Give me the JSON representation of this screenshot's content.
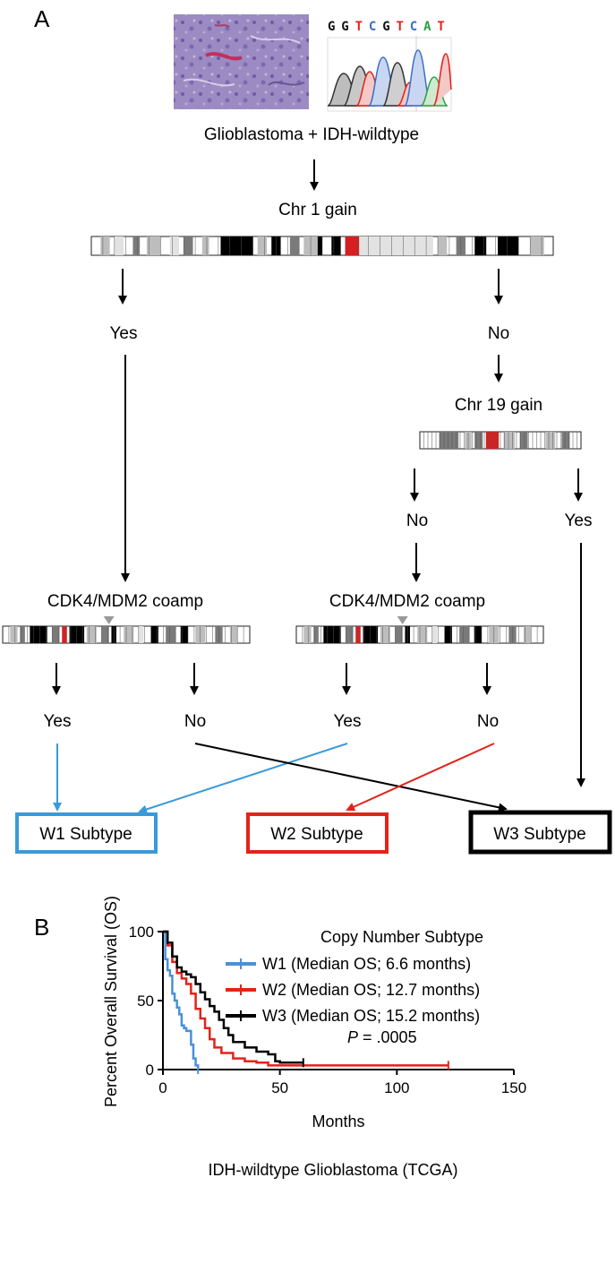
{
  "panel_a": {
    "letter": "A",
    "sequence": [
      {
        "base": "G",
        "color": "#111111"
      },
      {
        "base": "G",
        "color": "#111111"
      },
      {
        "base": "T",
        "color": "#e2231a"
      },
      {
        "base": "C",
        "color": "#3b6fc9"
      },
      {
        "base": "G",
        "color": "#111111"
      },
      {
        "base": "T",
        "color": "#e2231a"
      },
      {
        "base": "C",
        "color": "#3b6fc9"
      },
      {
        "base": "A",
        "color": "#2f9e44"
      },
      {
        "base": "T",
        "color": "#e2231a"
      }
    ],
    "start_label": "Glioblastoma + IDH-wildtype",
    "chr1_label": "Chr 1 gain",
    "chr1_yes": "Yes",
    "chr1_no": "No",
    "chr19_label": "Chr 19 gain",
    "chr19_no": "No",
    "chr19_yes": "Yes",
    "cdk_left_label": "CDK4/MDM2 coamp",
    "cdk_right_label": "CDK4/MDM2 coamp",
    "cdk_left_yes": "Yes",
    "cdk_left_no": "No",
    "cdk_right_yes": "Yes",
    "cdk_right_no": "No",
    "w1_label": "W1 Subtype",
    "w2_label": "W2 Subtype",
    "w3_label": "W3 Subtype",
    "colors": {
      "w1": "#3a9ad9",
      "w2": "#e2231a",
      "w3": "#000000",
      "band_red": "#d62020"
    }
  },
  "panel_b": {
    "letter": "B",
    "chart_data": {
      "type": "line",
      "title": "IDH-wildtype Glioblastoma (TCGA)",
      "xlabel": "Months",
      "ylabel": "Percent Overall Survival (OS)",
      "xlim": [
        0,
        150
      ],
      "ylim": [
        0,
        100
      ],
      "xticks": [
        0,
        50,
        100,
        150
      ],
      "yticks": [
        0,
        50,
        100
      ],
      "legend_title": "Copy Number Subtype",
      "legend_position": "top-right",
      "annotation": {
        "italic": "P",
        "text": " = .0005"
      },
      "series": [
        {
          "name": "W1 (Median OS; 6.6 months)",
          "color": "#4a90d9",
          "x": [
            0,
            1,
            2,
            3,
            4,
            5,
            6,
            7,
            8,
            9,
            10,
            12,
            13,
            14,
            15
          ],
          "y": [
            100,
            80,
            72,
            68,
            55,
            50,
            45,
            40,
            32,
            30,
            28,
            18,
            8,
            3,
            0
          ]
        },
        {
          "name": "W2 (Median OS; 12.7 months)",
          "color": "#e2231a",
          "x": [
            0,
            2,
            4,
            6,
            8,
            10,
            12,
            14,
            16,
            18,
            20,
            22,
            25,
            30,
            35,
            40,
            45,
            122
          ],
          "y": [
            100,
            90,
            78,
            70,
            66,
            62,
            55,
            44,
            37,
            30,
            22,
            16,
            12,
            8,
            6,
            5,
            3,
            3
          ]
        },
        {
          "name": "W3 (Median OS; 15.2 months)",
          "color": "#000000",
          "x": [
            0,
            2,
            4,
            6,
            8,
            10,
            12,
            14,
            16,
            18,
            20,
            22,
            24,
            26,
            28,
            30,
            35,
            40,
            45,
            48,
            50,
            55,
            60
          ],
          "y": [
            100,
            92,
            82,
            74,
            71,
            69,
            67,
            62,
            56,
            51,
            46,
            42,
            36,
            30,
            25,
            20,
            16,
            13,
            11,
            6,
            5,
            5,
            5
          ]
        }
      ]
    }
  }
}
